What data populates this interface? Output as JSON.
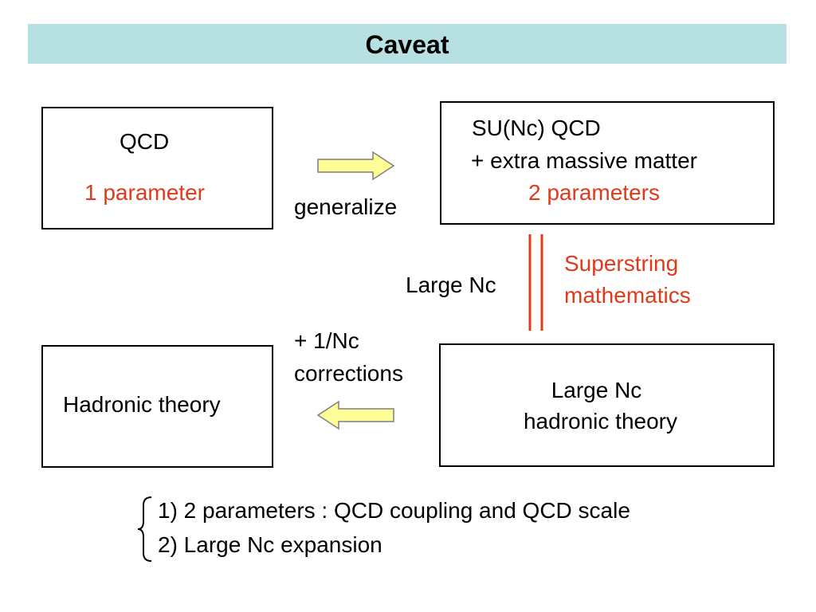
{
  "title": "Caveat",
  "qcd_box": {
    "line1": "QCD",
    "line2": "1 parameter"
  },
  "arrow_label_generalize": "generalize",
  "sun_box": {
    "line1": "SU(Nc) QCD",
    "line2": "+ extra massive matter",
    "line3": "2 parameters"
  },
  "vertical_link": {
    "left_label": "Large Nc",
    "right_label_line1": "Superstring",
    "right_label_line2": "mathematics"
  },
  "corrections_label": {
    "line1": "+ 1/Nc",
    "line2": "corrections"
  },
  "hadronic_box": {
    "line1": "Hadronic theory"
  },
  "large_nc_box": {
    "line1": "Large Nc",
    "line2": "hadronic theory"
  },
  "notes": [
    "1) 2 parameters : QCD coupling and QCD scale",
    "2) Large Nc expansion"
  ],
  "colors": {
    "title_bar": "#b7e0e3",
    "accent_red": "#e03a1b",
    "arrow_fill": "#ffff99"
  }
}
